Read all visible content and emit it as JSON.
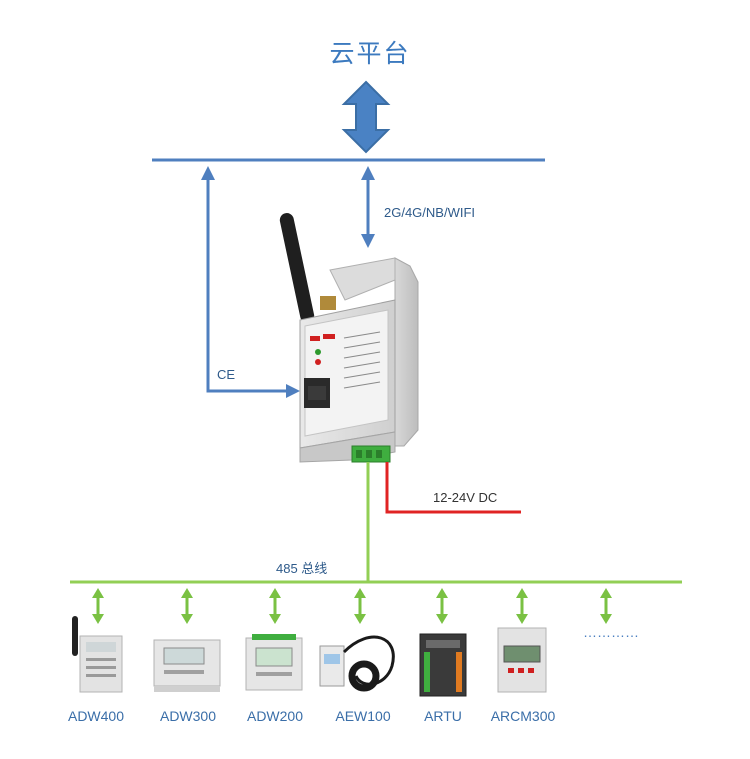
{
  "title": "云平台",
  "labels": {
    "wireless": "2G/4G/NB/WIFI",
    "ce": "CE",
    "power": "12-24V DC",
    "bus": "485 总线",
    "more": "…………"
  },
  "devices": [
    "ADW400",
    "ADW300",
    "ADW200",
    "AEW100",
    "ARTU",
    "ARCM300"
  ],
  "colors": {
    "blue_line": "#4f7fbf",
    "arrow_fill": "#4a82c4",
    "green_line": "#92cf55",
    "green_arrow": "#7ac143",
    "red_line": "#e02424",
    "text_blue": "#3c7abf"
  }
}
